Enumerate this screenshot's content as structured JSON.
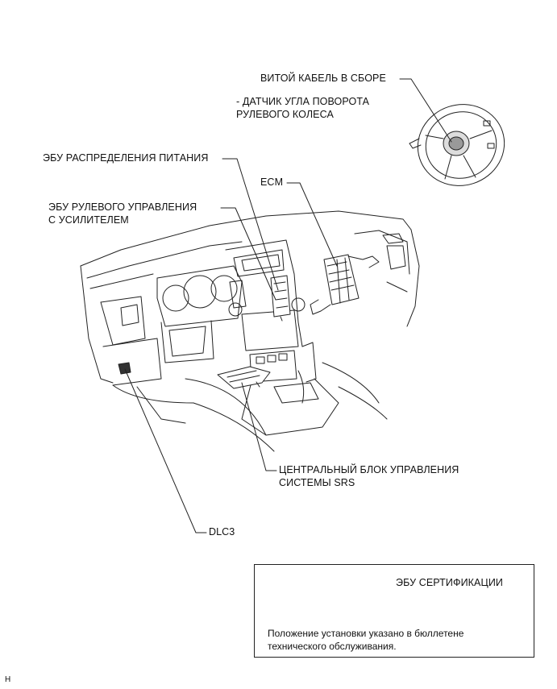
{
  "labels": {
    "spiral_cable": "ВИТОЙ КАБЕЛЬ В СБОРЕ",
    "steering_sensor_line1": "- ДАТЧИК УГЛА ПОВОРОТА",
    "steering_sensor_line2": "РУЛЕВОГО КОЛЕСА",
    "power_dist_ecu": "ЭБУ РАСПРЕДЕЛЕНИЯ ПИТАНИЯ",
    "ecm": "ECM",
    "eps_ecu_line1": "ЭБУ РУЛЕВОГО УПРАВЛЕНИЯ",
    "eps_ecu_line2": "С УСИЛИТЕЛЕМ",
    "srs_line1": "ЦЕНТРАЛЬНЫЙ БЛОК УПРАВЛЕНИЯ",
    "srs_line2": "СИСТЕМЫ SRS",
    "dlc3": "DLC3",
    "cert_ecu": "ЭБУ СЕРТИФИКАЦИИ"
  },
  "note": {
    "line1": "Положение установки указано в бюллетене",
    "line2": "технического обслуживания."
  },
  "corner_mark": "H"
}
